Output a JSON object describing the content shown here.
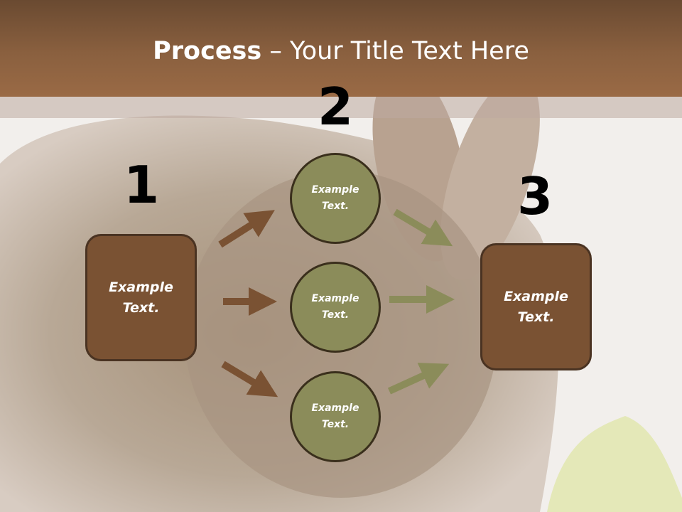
{
  "title": {
    "bold": "Process",
    "rest": " – Your Title Text Here"
  },
  "numbers": {
    "n1": "1",
    "n2": "2",
    "n3": "3"
  },
  "nodes": {
    "left_box": "Example\nText.",
    "circle_top": "Example\nText.",
    "circle_mid": "Example\nText.",
    "circle_bottom": "Example\nText.",
    "right_box": "Example\nText."
  },
  "colors": {
    "header": "#8a603f",
    "box_fill": "#7a5233",
    "circle_fill": "#8b8c5a",
    "brown_arrow": "#7a5233",
    "olive_arrow": "#8b8c5a"
  }
}
